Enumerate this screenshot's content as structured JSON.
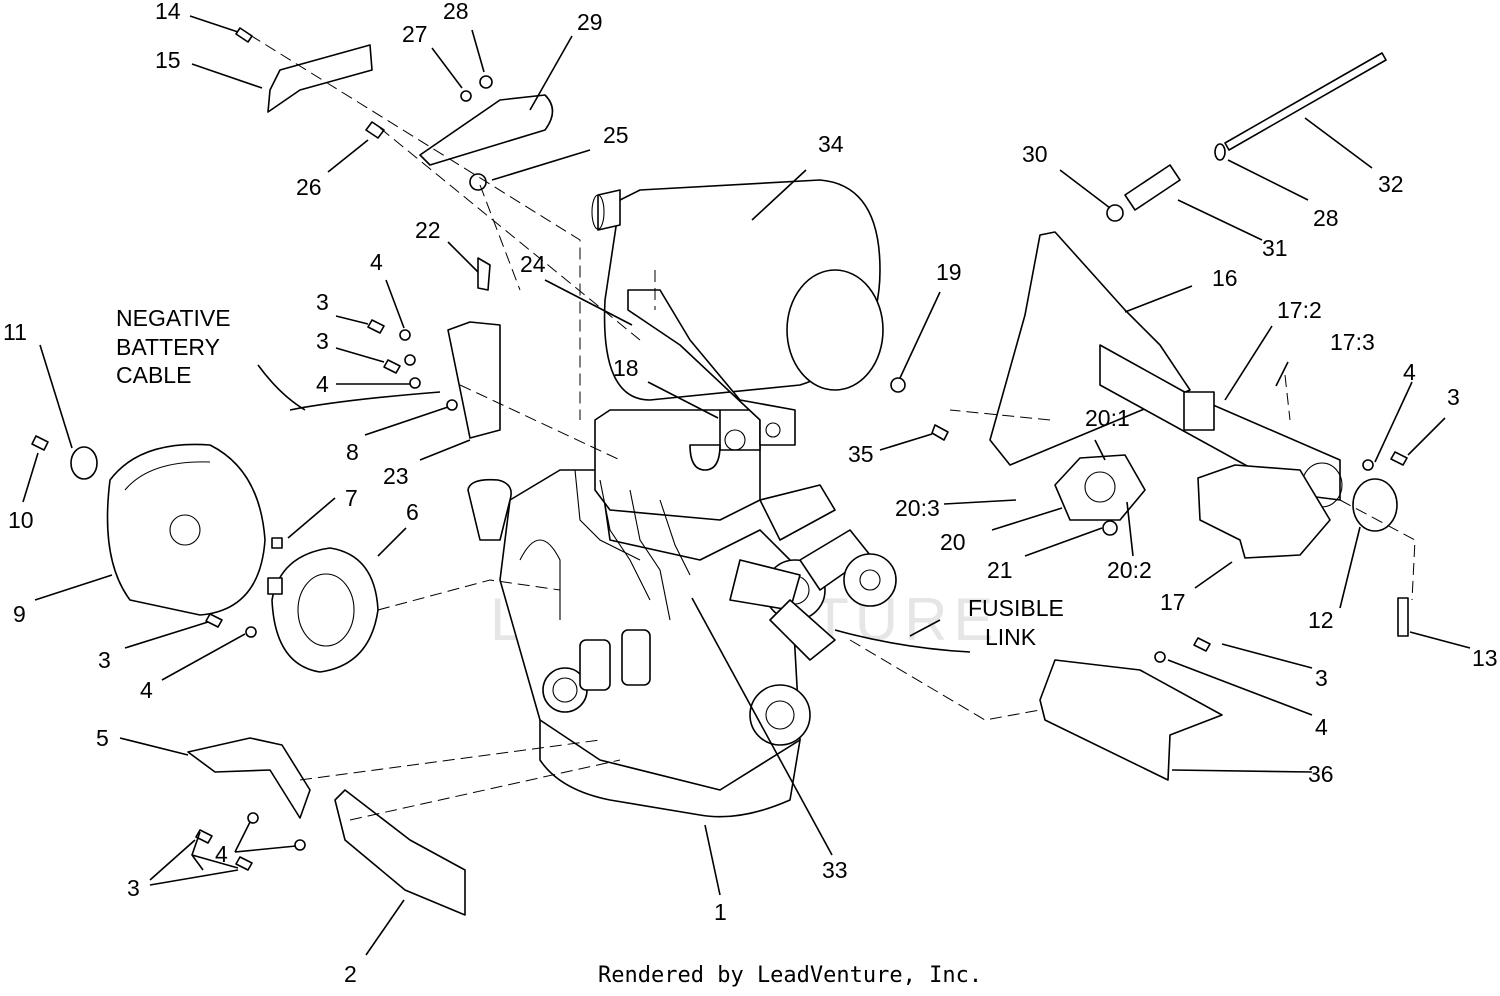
{
  "diagram": {
    "callouts": {
      "c1": "1",
      "c2": "2",
      "c3a": "3",
      "c3b": "3",
      "c3c": "3",
      "c3d": "3",
      "c3e": "3",
      "c3f": "3",
      "c4a": "4",
      "c4b": "4",
      "c4c": "4",
      "c4d": "4",
      "c4e": "4",
      "c4f": "4",
      "c5": "5",
      "c6": "6",
      "c7": "7",
      "c8": "8",
      "c9": "9",
      "c10": "10",
      "c11": "11",
      "c12": "12",
      "c13": "13",
      "c14": "14",
      "c15": "15",
      "c16": "16",
      "c17": "17",
      "c17_2": "17:2",
      "c17_3": "17:3",
      "c18": "18",
      "c19": "19",
      "c20": "20",
      "c20_1": "20:1",
      "c20_2": "20:2",
      "c20_3": "20:3",
      "c21": "21",
      "c22": "22",
      "c23": "23",
      "c24": "24",
      "c25": "25",
      "c26": "26",
      "c27": "27",
      "c28a": "28",
      "c28b": "28",
      "c29": "29",
      "c30": "30",
      "c31": "31",
      "c32": "32",
      "c33": "33",
      "c34": "34",
      "c35": "35",
      "c36": "36"
    },
    "notes": {
      "negative_battery_cable": [
        "NEGATIVE",
        "BATTERY",
        "CABLE"
      ],
      "fusible_link": [
        "FUSIBLE",
        "LINK"
      ]
    },
    "credit": "Rendered by LeadVenture, Inc.",
    "watermark": "LEADVENTURE"
  }
}
